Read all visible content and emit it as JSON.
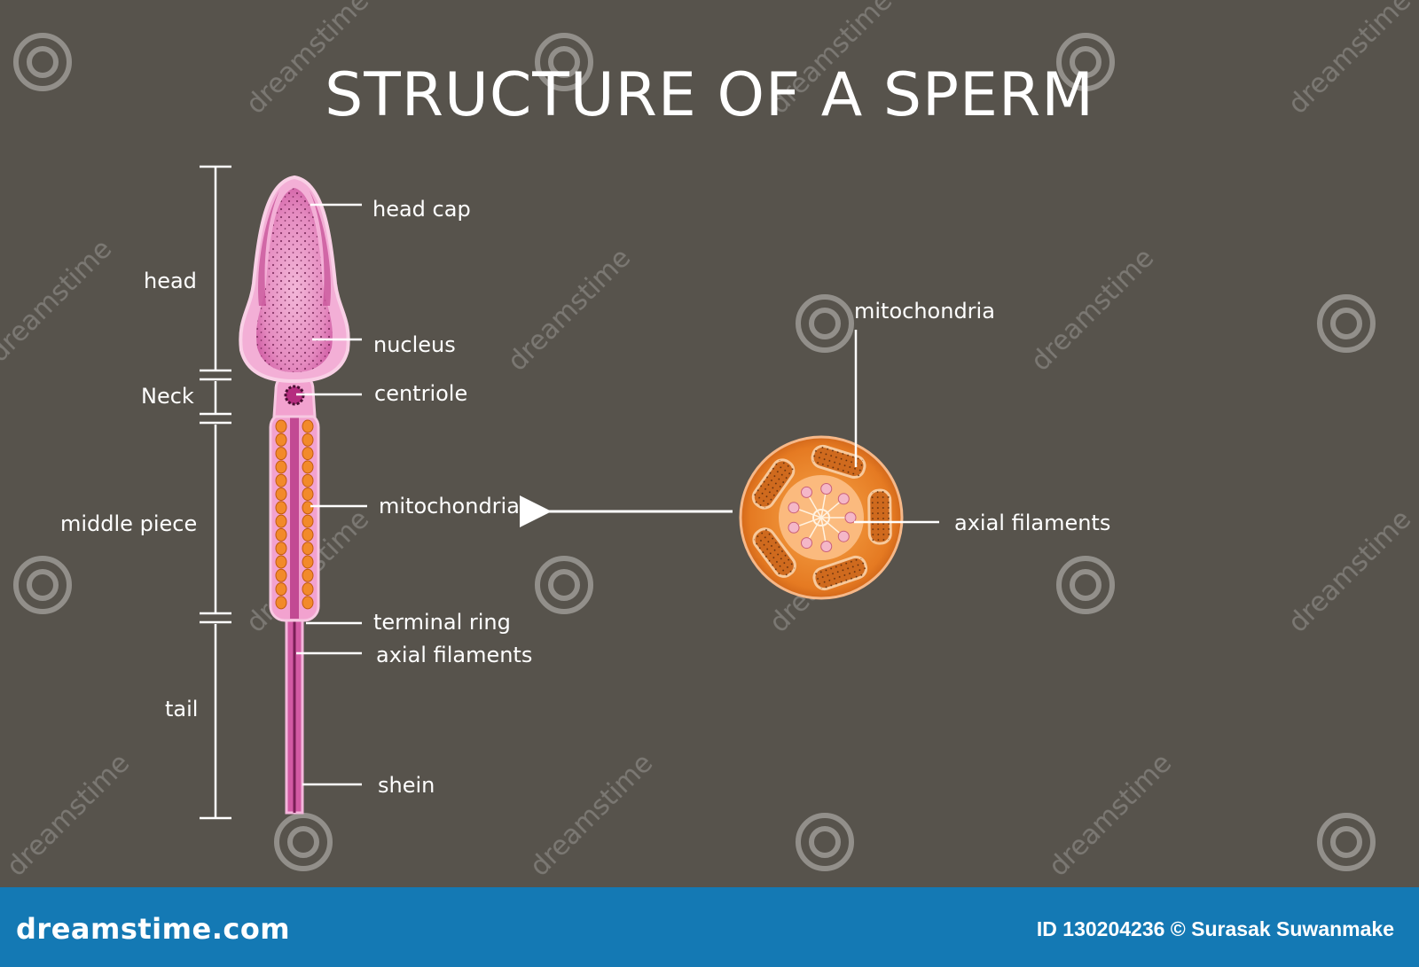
{
  "title": "STRUCTURE OF A SPERM",
  "sections": {
    "head": "head",
    "neck": "Neck",
    "middle_piece": "middle piece",
    "tail": "tail"
  },
  "labels": {
    "head_cap": "head cap",
    "nucleus": "nucleus",
    "centriole": "centriole",
    "mitochondria": "mitochondria",
    "terminal_ring": "terminal ring",
    "axial_filaments": "axial filaments",
    "shein": "shein"
  },
  "cross_section": {
    "mitochondria": "mitochondria",
    "axial_filaments": "axial filaments"
  },
  "watermark": {
    "text": "dreamstime"
  },
  "footer": {
    "logo": "dreamstime.com",
    "id_text": "ID 130204236 © Surasak Suwanmake"
  },
  "colors": {
    "background": "#57534c",
    "footer": "#1479b4",
    "sperm_pink": "#e77fc0",
    "mito_orange": "#f28a2a"
  }
}
